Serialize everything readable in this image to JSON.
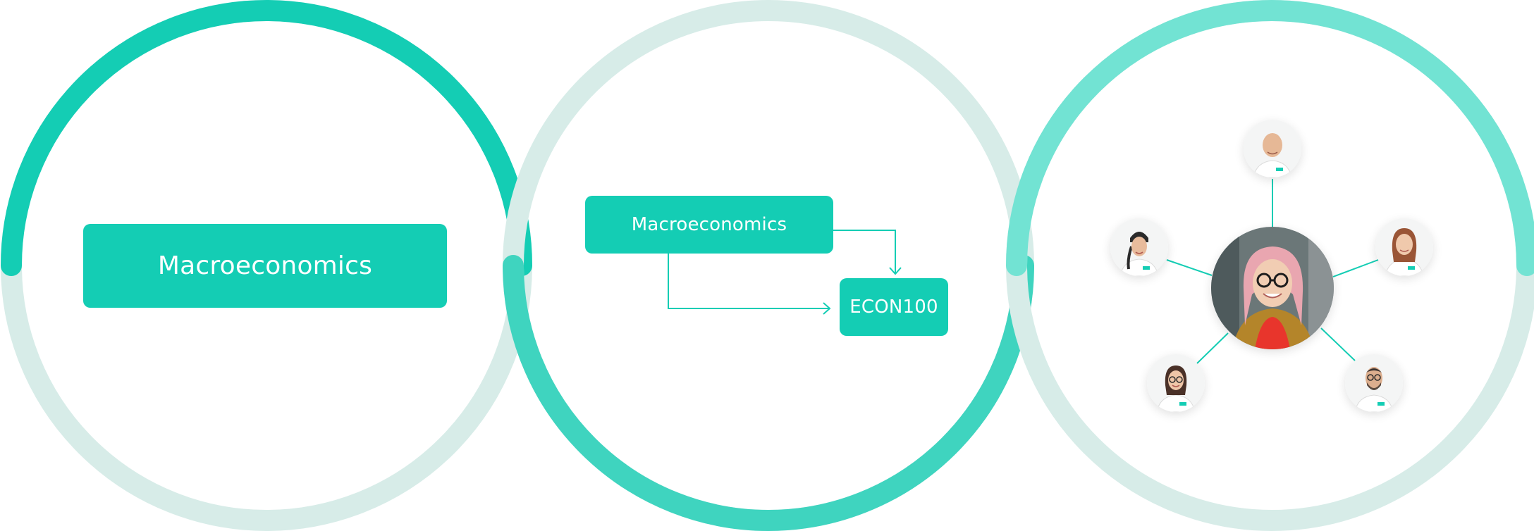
{
  "panels": [
    {
      "box_label": "Macroeconomics"
    },
    {
      "course_label": "Macroeconomics",
      "code_label": "ECON100"
    },
    {
      "center_avatar": "student-avatar",
      "peer_avatars": [
        "instructor-avatar-top",
        "instructor-avatar-right",
        "instructor-avatar-bottom-right",
        "instructor-avatar-bottom-left",
        "instructor-avatar-left"
      ]
    }
  ],
  "colors": {
    "accent": "#14cdb4",
    "ring_dark": "#14cdb4",
    "ring_mid": "#3fd4bf",
    "ring_light": "#72e3d3",
    "ring_track": "#d7ece8",
    "connector": "#14cdb4"
  }
}
